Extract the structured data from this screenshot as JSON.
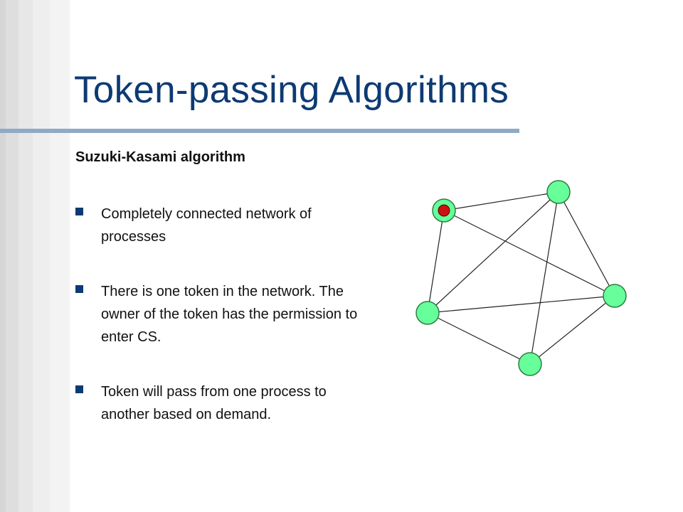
{
  "slide": {
    "title": "Token-passing Algorithms",
    "subtitle": "Suzuki-Kasami algorithm",
    "bullets": [
      "Completely connected network of processes",
      "There is one token in the network. The owner of the token has the permission to enter CS.",
      "Token will pass from one process to another based on demand."
    ]
  },
  "diagram": {
    "nodes": [
      {
        "id": "p1",
        "has_token": true
      },
      {
        "id": "p2",
        "has_token": false
      },
      {
        "id": "p3",
        "has_token": false
      },
      {
        "id": "p4",
        "has_token": false
      },
      {
        "id": "p5",
        "has_token": false
      }
    ],
    "edges": [
      [
        "p1",
        "p2"
      ],
      [
        "p1",
        "p3"
      ],
      [
        "p1",
        "p4"
      ],
      [
        "p2",
        "p3"
      ],
      [
        "p2",
        "p4"
      ],
      [
        "p2",
        "p5"
      ],
      [
        "p3",
        "p4"
      ],
      [
        "p3",
        "p5"
      ],
      [
        "p4",
        "p5"
      ]
    ],
    "colors": {
      "node_fill": "#66ff99",
      "node_stroke": "#2e7d45",
      "token_fill": "#cc1111",
      "edge": "#222222",
      "title": "#0d3a73",
      "rule": "#8faac7"
    }
  }
}
